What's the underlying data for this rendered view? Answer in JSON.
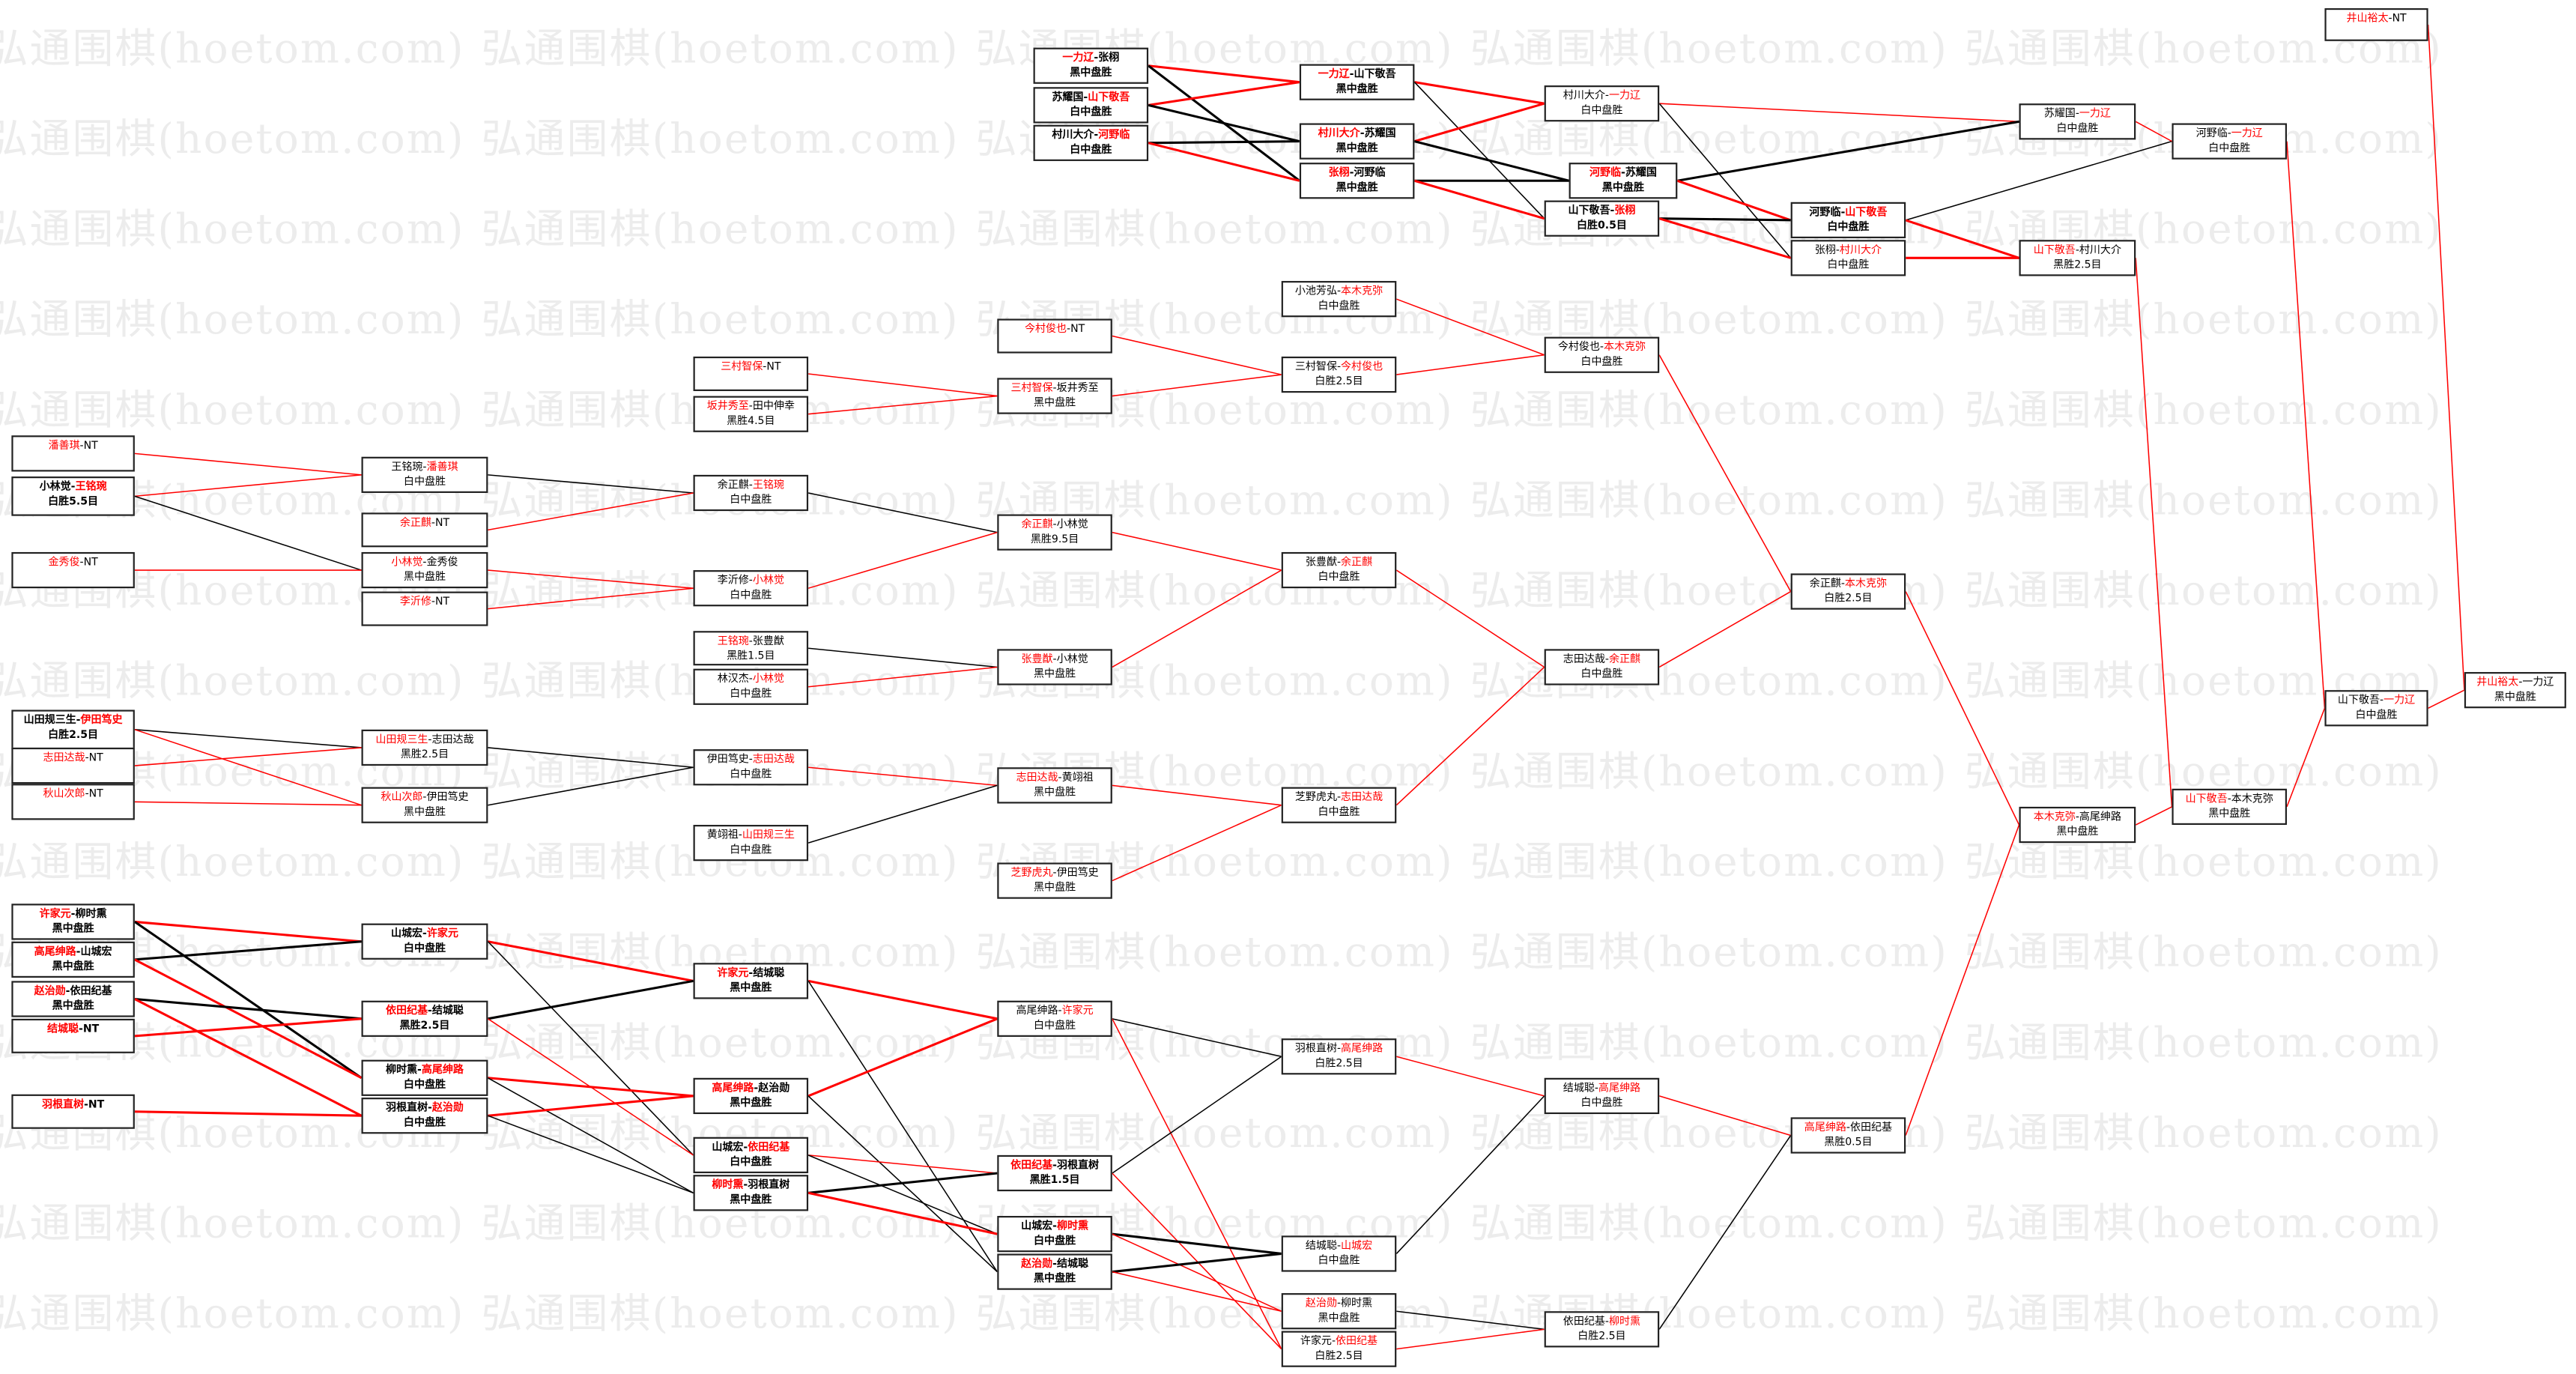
{
  "watermark": "弘通围棋(hoetom.com)",
  "colors": {
    "winner": "#ff0000",
    "loser": "#000000"
  },
  "sep": "-",
  "matches": [
    {
      "id": "t1",
      "p1": "一力辽",
      "p2": "张栩",
      "w": 1,
      "result": "黑中盘胜"
    },
    {
      "id": "t2",
      "p1": "苏耀国",
      "p2": "山下敬吾",
      "w": 2,
      "result": "白中盘胜"
    },
    {
      "id": "t3",
      "p1": "村川大介",
      "p2": "河野临",
      "w": 2,
      "result": "白中盘胜"
    },
    {
      "id": "t4",
      "p1": "一力辽",
      "p2": "山下敬吾",
      "w": 1,
      "result": "黑中盘胜"
    },
    {
      "id": "t5",
      "p1": "村川大介",
      "p2": "苏耀国",
      "w": 1,
      "result": "黑中盘胜"
    },
    {
      "id": "t6",
      "p1": "张栩",
      "p2": "河野临",
      "w": 1,
      "result": "黑中盘胜"
    },
    {
      "id": "t7",
      "p1": "村川大介",
      "p2": "一力辽",
      "w": 2,
      "result": "白中盘胜"
    },
    {
      "id": "t8",
      "p1": "河野临",
      "p2": "苏耀国",
      "w": 1,
      "result": "黑中盘胜"
    },
    {
      "id": "t9",
      "p1": "山下敬吾",
      "p2": "张栩",
      "w": 2,
      "result": "白胜0.5目"
    },
    {
      "id": "t10",
      "p1": "河野临",
      "p2": "山下敬吾",
      "w": 2,
      "result": "白中盘胜"
    },
    {
      "id": "t11",
      "p1": "张栩",
      "p2": "村川大介",
      "w": 2,
      "result": "白中盘胜"
    },
    {
      "id": "t12",
      "p1": "苏耀国",
      "p2": "一力辽",
      "w": 2,
      "result": "白中盘胜"
    },
    {
      "id": "t13",
      "p1": "山下敬吾",
      "p2": "村川大介",
      "w": 1,
      "result": "黑胜2.5目"
    },
    {
      "id": "t14",
      "p1": "河野临",
      "p2": "一力辽",
      "w": 2,
      "result": "白中盘胜"
    },
    {
      "id": "f0",
      "p1": "井山裕太",
      "p2": "NT",
      "w": 1,
      "result": ""
    },
    {
      "id": "m1",
      "p1": "小池芳弘",
      "p2": "本木克弥",
      "w": 2,
      "result": "白中盘胜"
    },
    {
      "id": "m2",
      "p1": "今村俊也",
      "p2": "NT",
      "w": 1,
      "result": ""
    },
    {
      "id": "m3",
      "p1": "三村智保",
      "p2": "NT",
      "w": 1,
      "result": ""
    },
    {
      "id": "m4",
      "p1": "坂井秀至",
      "p2": "田中伸幸",
      "w": 1,
      "result": "黑胜4.5目"
    },
    {
      "id": "m5",
      "p1": "三村智保",
      "p2": "坂井秀至",
      "w": 1,
      "result": "黑中盘胜"
    },
    {
      "id": "m6",
      "p1": "三村智保",
      "p2": "今村俊也",
      "w": 2,
      "result": "白胜2.5目"
    },
    {
      "id": "m7",
      "p1": "今村俊也",
      "p2": "本木克弥",
      "w": 2,
      "result": "白中盘胜"
    },
    {
      "id": "m8",
      "p1": "潘善琪",
      "p2": "NT",
      "w": 1,
      "result": ""
    },
    {
      "id": "m9",
      "p1": "小林觉",
      "p2": "王铭琬",
      "w": 2,
      "result": "白胜5.5目"
    },
    {
      "id": "m10",
      "p1": "金秀俊",
      "p2": "NT",
      "w": 1,
      "result": ""
    },
    {
      "id": "m11",
      "p1": "王铭琬",
      "p2": "潘善琪",
      "w": 2,
      "result": "白中盘胜"
    },
    {
      "id": "m12",
      "p1": "余正麒",
      "p2": "NT",
      "w": 1,
      "result": ""
    },
    {
      "id": "m13",
      "p1": "小林觉",
      "p2": "金秀俊",
      "w": 1,
      "result": "黑中盘胜"
    },
    {
      "id": "m14",
      "p1": "李沂修",
      "p2": "NT",
      "w": 1,
      "result": ""
    },
    {
      "id": "m15",
      "p1": "余正麒",
      "p2": "王铭琬",
      "w": 2,
      "result": "白中盘胜"
    },
    {
      "id": "m16",
      "p1": "李沂修",
      "p2": "小林觉",
      "w": 2,
      "result": "白中盘胜"
    },
    {
      "id": "m17",
      "p1": "余正麒",
      "p2": "小林觉",
      "w": 1,
      "result": "黑胜9.5目"
    },
    {
      "id": "m18",
      "p1": "王铭琬",
      "p2": "张豊猷",
      "w": 1,
      "result": "黑胜1.5目"
    },
    {
      "id": "m19",
      "p1": "林汉杰",
      "p2": "小林觉",
      "w": 2,
      "result": "白中盘胜"
    },
    {
      "id": "m20",
      "p1": "张豊猷",
      "p2": "小林觉",
      "w": 1,
      "result": "黑中盘胜"
    },
    {
      "id": "m21",
      "p1": "张豊猷",
      "p2": "余正麒",
      "w": 2,
      "result": "白中盘胜"
    },
    {
      "id": "m22",
      "p1": "志田达哉",
      "p2": "余正麒",
      "w": 2,
      "result": "白中盘胜"
    },
    {
      "id": "m23",
      "p1": "余正麒",
      "p2": "本木克弥",
      "w": 2,
      "result": "白胜2.5目"
    },
    {
      "id": "m24",
      "p1": "山田规三生",
      "p2": "伊田笃史",
      "w": 2,
      "result": "白胜2.5目"
    },
    {
      "id": "m25",
      "p1": "志田达哉",
      "p2": "NT",
      "w": 1,
      "result": ""
    },
    {
      "id": "m26",
      "p1": "秋山次郎",
      "p2": "NT",
      "w": 1,
      "result": ""
    },
    {
      "id": "m27",
      "p1": "山田规三生",
      "p2": "志田达哉",
      "w": 1,
      "result": "黑胜2.5目"
    },
    {
      "id": "m28",
      "p1": "秋山次郎",
      "p2": "伊田笃史",
      "w": 1,
      "result": "黑中盘胜"
    },
    {
      "id": "m29",
      "p1": "伊田笃史",
      "p2": "志田达哉",
      "w": 2,
      "result": "白中盘胜"
    },
    {
      "id": "m30",
      "p1": "黄翊祖",
      "p2": "山田规三生",
      "w": 2,
      "result": "白中盘胜"
    },
    {
      "id": "m31",
      "p1": "志田达哉",
      "p2": "黄翊祖",
      "w": 1,
      "result": "黑中盘胜"
    },
    {
      "id": "m32",
      "p1": "芝野虎丸",
      "p2": "伊田笃史",
      "w": 1,
      "result": "黑中盘胜"
    },
    {
      "id": "m33",
      "p1": "芝野虎丸",
      "p2": "志田达哉",
      "w": 2,
      "result": "白中盘胜"
    },
    {
      "id": "f1",
      "p1": "本木克弥",
      "p2": "高尾绅路",
      "w": 1,
      "result": "黑中盘胜"
    },
    {
      "id": "f2",
      "p1": "山下敬吾",
      "p2": "本木克弥",
      "w": 1,
      "result": "黑中盘胜"
    },
    {
      "id": "f3",
      "p1": "山下敬吾",
      "p2": "一力辽",
      "w": 2,
      "result": "白中盘胜"
    },
    {
      "id": "f4",
      "p1": "井山裕太",
      "p2": "一力辽",
      "w": 1,
      "result": "黑中盘胜"
    },
    {
      "id": "b1",
      "p1": "许家元",
      "p2": "柳时熏",
      "w": 1,
      "result": "黑中盘胜"
    },
    {
      "id": "b2",
      "p1": "高尾绅路",
      "p2": "山城宏",
      "w": 1,
      "result": "黑中盘胜"
    },
    {
      "id": "b3",
      "p1": "赵治勋",
      "p2": "依田纪基",
      "w": 1,
      "result": "黑中盘胜"
    },
    {
      "id": "b4",
      "p1": "结城聪",
      "p2": "NT",
      "w": 1,
      "result": ""
    },
    {
      "id": "b5",
      "p1": "羽根直树",
      "p2": "NT",
      "w": 1,
      "result": ""
    },
    {
      "id": "b6",
      "p1": "山城宏",
      "p2": "许家元",
      "w": 2,
      "result": "白中盘胜"
    },
    {
      "id": "b7",
      "p1": "依田纪基",
      "p2": "结城聪",
      "w": 1,
      "result": "黑胜2.5目"
    },
    {
      "id": "b8",
      "p1": "柳时熏",
      "p2": "高尾绅路",
      "w": 2,
      "result": "白中盘胜"
    },
    {
      "id": "b9",
      "p1": "羽根直树",
      "p2": "赵治勋",
      "w": 2,
      "result": "白中盘胜"
    },
    {
      "id": "b10",
      "p1": "许家元",
      "p2": "结城聪",
      "w": 1,
      "result": "黑中盘胜"
    },
    {
      "id": "b11",
      "p1": "高尾绅路",
      "p2": "赵治勋",
      "w": 1,
      "result": "黑中盘胜"
    },
    {
      "id": "b12",
      "p1": "山城宏",
      "p2": "依田纪基",
      "w": 2,
      "result": "白中盘胜"
    },
    {
      "id": "b13",
      "p1": "柳时熏",
      "p2": "羽根直树",
      "w": 1,
      "result": "黑中盘胜"
    },
    {
      "id": "b14",
      "p1": "高尾绅路",
      "p2": "许家元",
      "w": 2,
      "result": "白中盘胜"
    },
    {
      "id": "b15",
      "p1": "依田纪基",
      "p2": "羽根直树",
      "w": 1,
      "result": "黑胜1.5目"
    },
    {
      "id": "b16",
      "p1": "山城宏",
      "p2": "柳时熏",
      "w": 2,
      "result": "白中盘胜"
    },
    {
      "id": "b17",
      "p1": "赵治勋",
      "p2": "结城聪",
      "w": 1,
      "result": "黑中盘胜"
    },
    {
      "id": "b18",
      "p1": "羽根直树",
      "p2": "高尾绅路",
      "w": 2,
      "result": "白胜2.5目"
    },
    {
      "id": "b19",
      "p1": "结城聪",
      "p2": "山城宏",
      "w": 2,
      "result": "白中盘胜"
    },
    {
      "id": "b20",
      "p1": "赵治勋",
      "p2": "柳时熏",
      "w": 1,
      "result": "黑中盘胜"
    },
    {
      "id": "b21",
      "p1": "许家元",
      "p2": "依田纪基",
      "w": 2,
      "result": "白胜2.5目"
    },
    {
      "id": "b22",
      "p1": "结城聪",
      "p2": "高尾绅路",
      "w": 2,
      "result": "白中盘胜"
    },
    {
      "id": "b23",
      "p1": "依田纪基",
      "p2": "柳时熏",
      "w": 2,
      "result": "白胜2.5目"
    },
    {
      "id": "b24",
      "p1": "高尾绅路",
      "p2": "依田纪基",
      "w": 1,
      "result": "黑胜0.5目"
    }
  ]
}
